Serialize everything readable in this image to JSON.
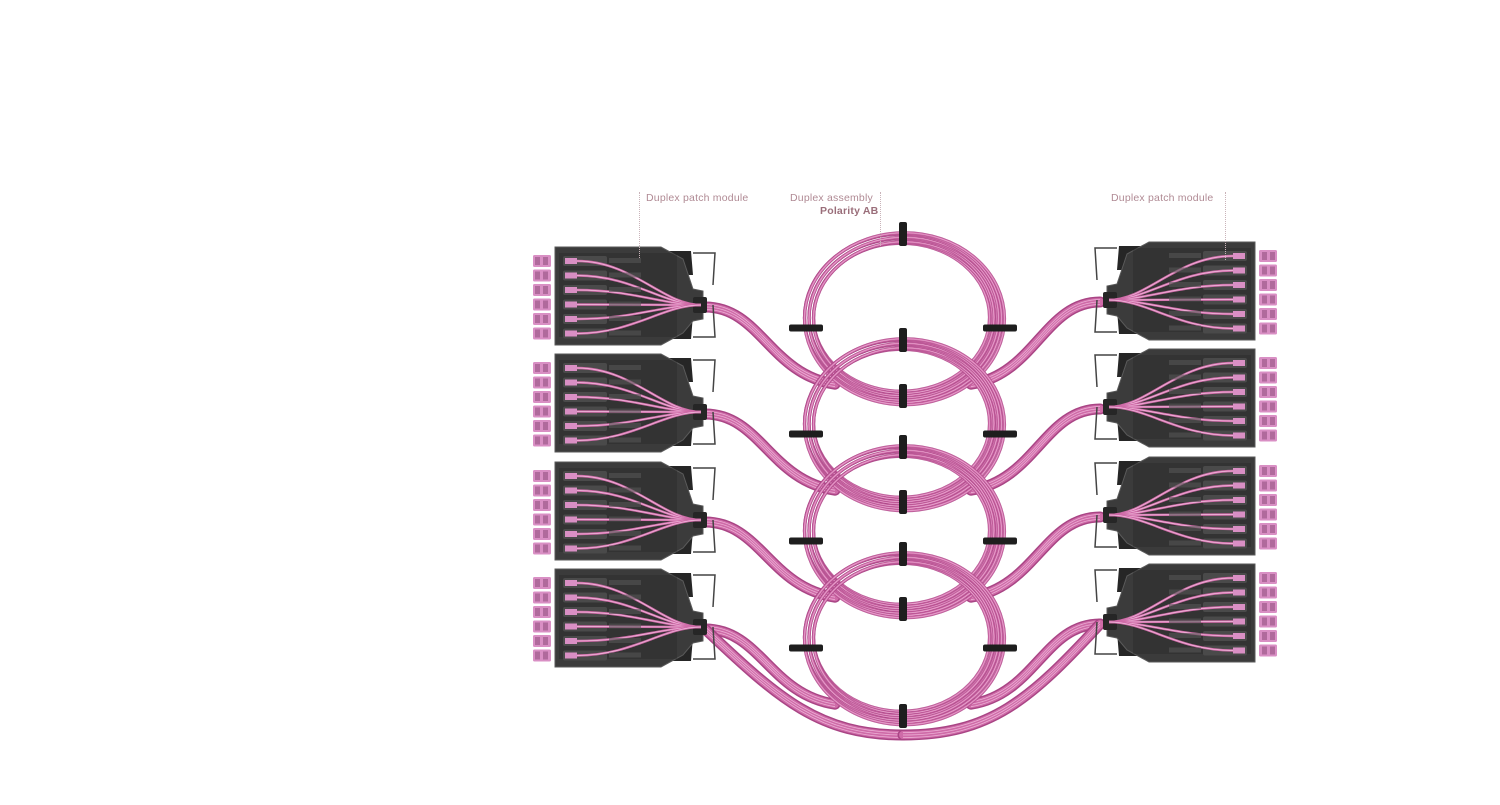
{
  "labels": {
    "left_module": "Duplex patch module",
    "assembly": "Duplex assembly",
    "polarity": "Polarity AB",
    "right_module": "Duplex patch module"
  },
  "diagram": {
    "modules_per_side": 4,
    "ports_per_module": 6,
    "coils": 4,
    "colors": {
      "cable": "#cf6ba8",
      "cable_highlight": "#f3bfe0",
      "cable_dark": "#a94585",
      "connector": "#d98fc4",
      "module_body": "#3b3b3b",
      "module_dark": "#262626",
      "module_edge": "#5a5a5a",
      "strap": "#1e1e1e",
      "label_text": "#b08a94"
    },
    "icons": [
      "duplex-patch-module-icon",
      "duplex-assembly-coil-icon",
      "lc-connector-icon"
    ]
  }
}
